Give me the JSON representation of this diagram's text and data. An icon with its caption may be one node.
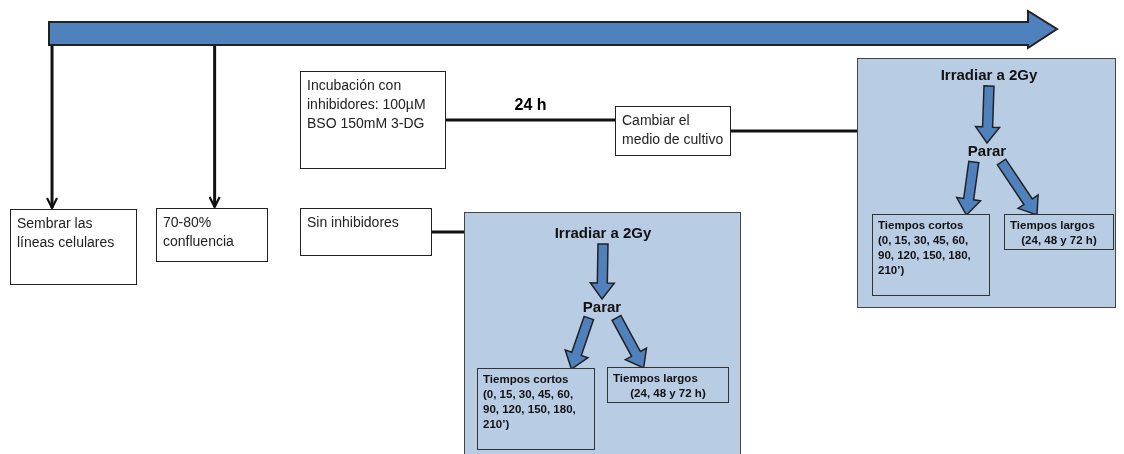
{
  "diagram": {
    "nodes": [
      {
        "text": [],
        "shape": "arrow"
      },
      {
        "text": [
          "Sembrar las líneas celulares"
        ]
      },
      {
        "text": [
          "70-80% confluencia"
        ]
      },
      {
        "text": [
          "Incubación con inhibidores: 100µM BSO 150mM 3-DG"
        ]
      },
      {
        "text": [
          "Cambiar el medio de cultivo"
        ]
      },
      {
        "text": [],
        "shape": "box"
      },
      {
        "text": [
          "Irradiar a 2Gy"
        ],
        "in": 5
      },
      {
        "text": [
          "Parar"
        ],
        "in": 5
      },
      {
        "text": [
          "Tiempos cortos",
          "(0, 15, 30, 45, 60, 90, 120, 150, 180, 210’)"
        ],
        "in": 5
      },
      {
        "text": [
          "Tiempos largos",
          "(24, 48 y 72 h)"
        ],
        "in": 5
      },
      {
        "text": [
          "Sin inhibidores"
        ]
      },
      {
        "text": [],
        "shape": "box"
      },
      {
        "text": [
          "Irradiar a 2Gy"
        ],
        "in": 11
      },
      {
        "text": [
          "Parar"
        ],
        "in": 11
      },
      {
        "text": [
          "Tiempos cortos",
          "(0, 15, 30, 45, 60, 90, 120, 150, 180, 210’)"
        ],
        "in": 11
      },
      {
        "text": [
          "Tiempos largos",
          "(24, 48 y 72 h)"
        ],
        "in": 11
      }
    ],
    "edges": [
      {
        "from": 0,
        "to": 1,
        "arrow": "to"
      },
      {
        "from": 0,
        "to": 2,
        "arrow": "to"
      },
      {
        "from": 3,
        "to": 4,
        "arrow": "none",
        "label": "24 h"
      },
      {
        "from": 4,
        "to": 5,
        "arrow": "none"
      },
      {
        "from": 6,
        "to": 7,
        "arrow": "to",
        "style": "thick",
        "color": "#4f81bd"
      },
      {
        "from": 7,
        "to": 8,
        "arrow": "to",
        "style": "thick",
        "color": "#4f81bd"
      },
      {
        "from": 7,
        "to": 9,
        "arrow": "to",
        "style": "thick",
        "color": "#4f81bd"
      },
      {
        "from": 10,
        "to": 11,
        "arrow": "none"
      },
      {
        "from": 12,
        "to": 13,
        "arrow": "to",
        "style": "thick",
        "color": "#4f81bd"
      },
      {
        "from": 13,
        "to": 14,
        "arrow": "to",
        "style": "thick",
        "color": "#4f81bd"
      },
      {
        "from": 13,
        "to": 15,
        "arrow": "to",
        "style": "thick",
        "color": "#4f81bd"
      }
    ]
  }
}
